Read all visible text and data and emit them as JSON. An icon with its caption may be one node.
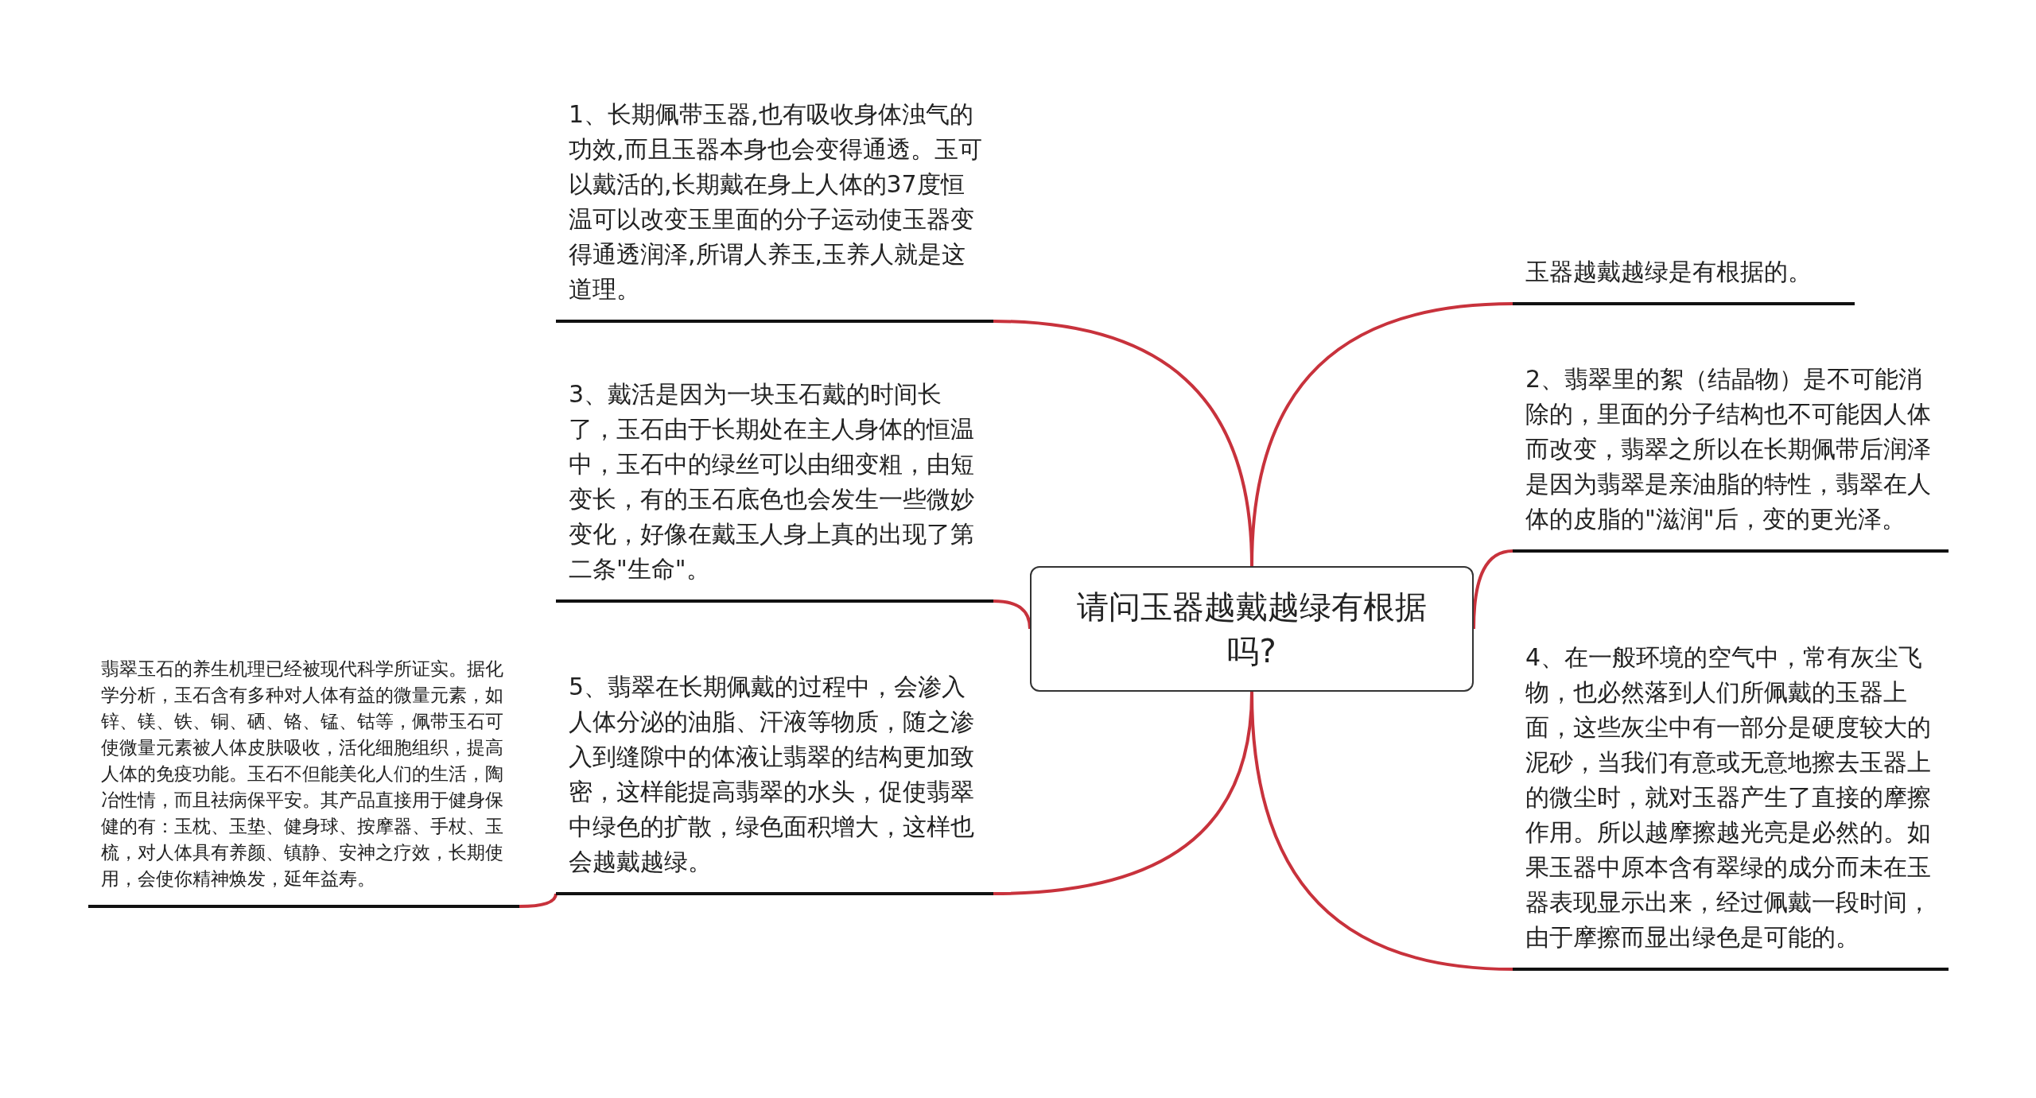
{
  "diagram": {
    "nodes": [
      {
        "text": [
          "请问玉器越戴越绿有根据吗?"
        ]
      },
      {
        "text": [
          "玉器越戴越绿是有根据的。"
        ]
      },
      {
        "text": [
          "2、翡翠里的絮（结晶物）是不可能消除的，里面的分子结构也不可能因人体而改变，翡翠之所以在长期佩带后润泽是因为翡翠是亲油脂的特性，翡翠在人体的皮脂的\"滋润\"后，变的更光泽。"
        ]
      },
      {
        "text": [
          "4、在一般环境的空气中，常有灰尘飞物，也必然落到人们所佩戴的玉器上面，这些灰尘中有一部分是硬度较大的泥砂，当我们有意或无意地擦去玉器上的微尘时，就对玉器产生了直接的摩擦作用。所以越摩擦越光亮是必然的。如果玉器中原本含有翠绿的成分而未在玉器表现显示出来，经过佩戴一段时间，由于摩擦而显出绿色是可能的。"
        ]
      },
      {
        "text": [
          "1、长期佩带玉器,也有吸收身体浊气的功效,而且玉器本身也会变得通透。玉可以戴活的,长期戴在身上人体的37度恒温可以改变玉里面的分子运动使玉器变得通透润泽,所谓人养玉,玉养人就是这道理。"
        ]
      },
      {
        "text": [
          "3、戴活是因为一块玉石戴的时间长了，玉石由于长期处在主人身体的恒温中，玉石中的绿丝可以由细变粗，由短变长，有的玉石底色也会发生一些微妙变化，好像在戴玉人身上真的出现了第二条\"生命\"。"
        ]
      },
      {
        "text": [
          "5、翡翠在长期佩戴的过程中，会渗入人体分泌的油脂、汗液等物质，随之渗入到缝隙中的体液让翡翠的结构更加致密，这样能提高翡翠的水头，促使翡翠中绿色的扩散，绿色面积增大，这样也会越戴越绿。"
        ]
      },
      {
        "text": [
          "翡翠玉石的养生机理已经被现代科学所证实。据化学分析，玉石含有多种对人体有益的微量元素，如锌、镁、铁、铜、硒、铬、锰、钴等，佩带玉石可使微量元素被人体皮肤吸收，活化细胞组织，提高人体的免疫功能。玉石不但能美化人们的生活，陶冶性情，而且祛病保平安。其产品直接用于健身保健的有：玉枕、玉垫、健身球、按摩器、手杖、玉梳，对人体具有养颜、镇静、安神之疗效，长期使用，会使你精神焕发，延年益寿。"
        ]
      }
    ],
    "edges": [
      {
        "from": 0,
        "to": 1,
        "arrow": "none"
      },
      {
        "from": 0,
        "to": 2,
        "arrow": "none"
      },
      {
        "from": 0,
        "to": 3,
        "arrow": "none"
      },
      {
        "from": 0,
        "to": 4,
        "arrow": "none"
      },
      {
        "from": 0,
        "to": 5,
        "arrow": "none"
      },
      {
        "from": 0,
        "to": 6,
        "arrow": "none"
      },
      {
        "from": 6,
        "to": 7,
        "arrow": "none"
      }
    ]
  }
}
